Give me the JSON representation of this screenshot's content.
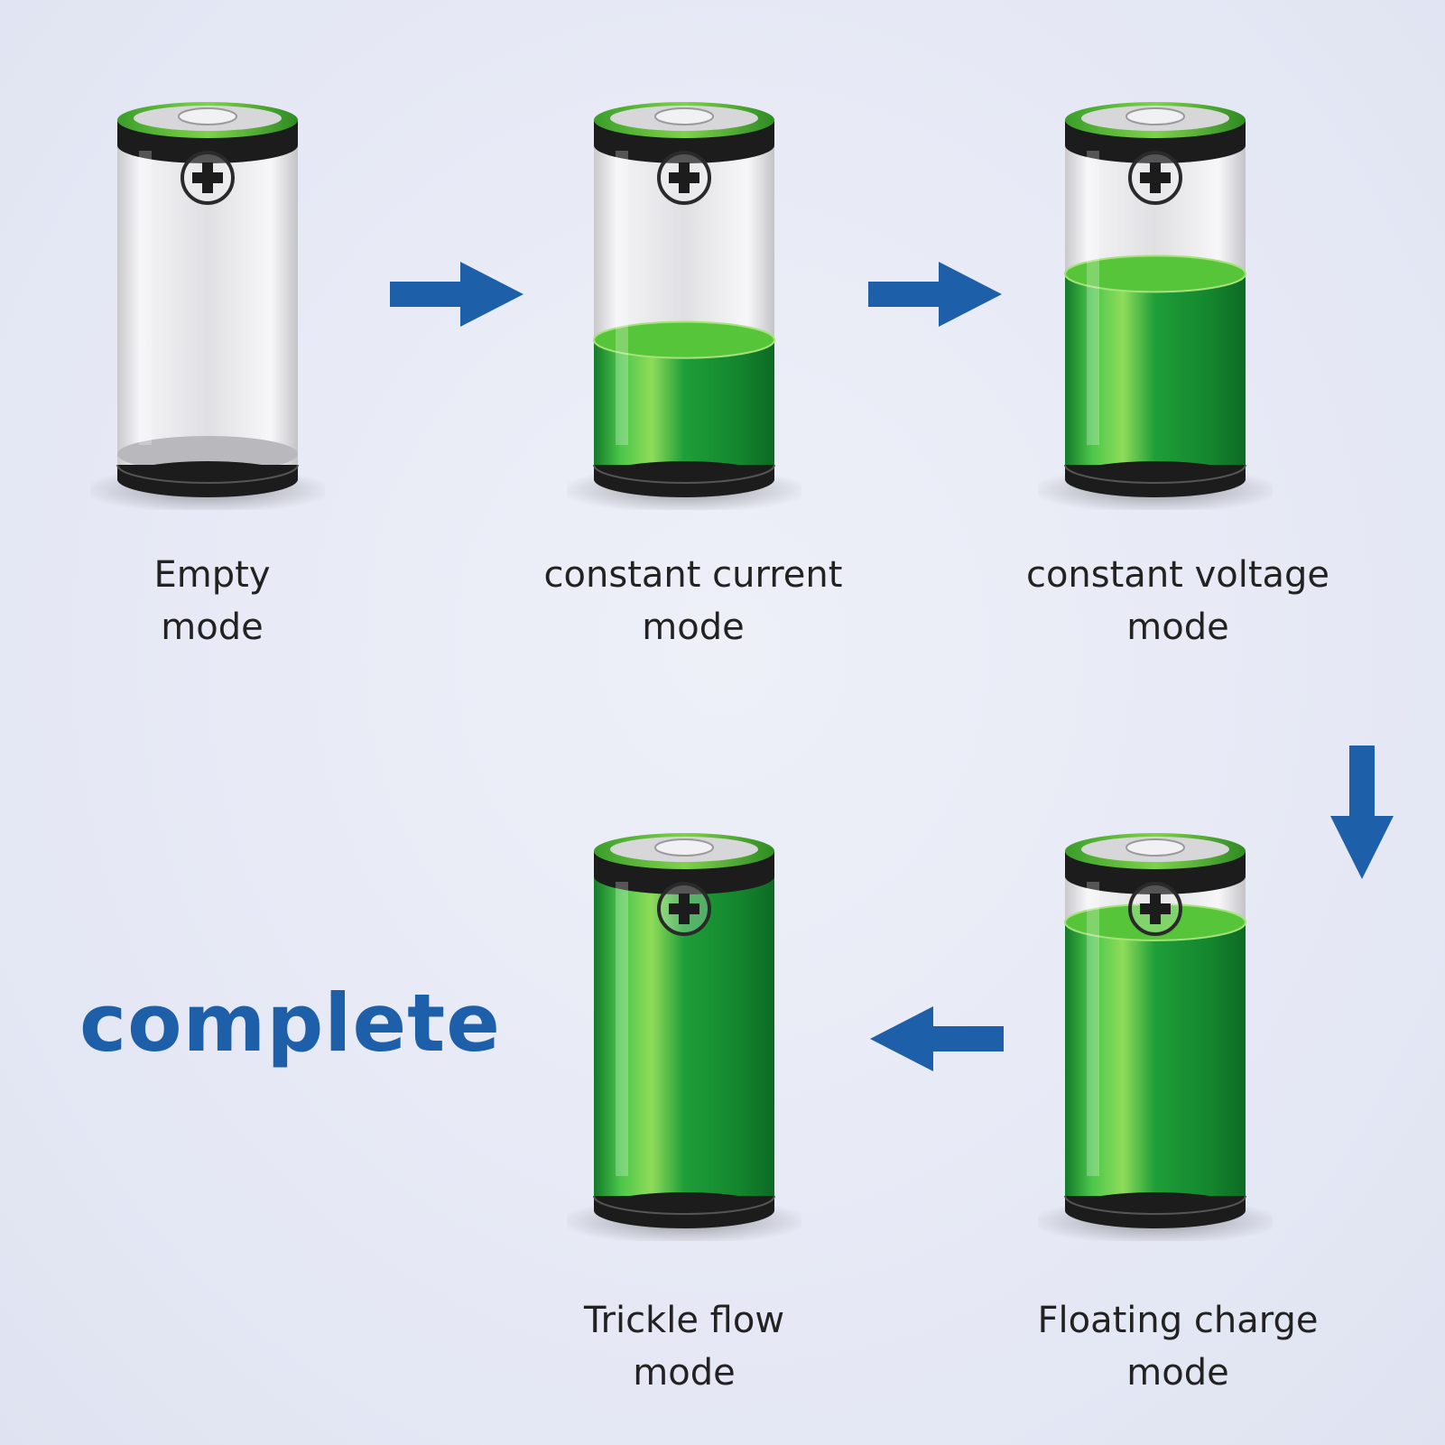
{
  "colors": {
    "background": "#e6e9f5",
    "arrow": "#1d5fa8",
    "liquid": "#1e9e38",
    "text": "#222222",
    "complete_text": "#1d5fa8"
  },
  "stages": [
    {
      "id": "empty",
      "label": "Empty\nmode",
      "fill_level": 0.0
    },
    {
      "id": "constant-current",
      "label": "constant current\nmode",
      "fill_level": 0.4
    },
    {
      "id": "constant-voltage",
      "label": "constant voltage\nmode",
      "fill_level": 0.6
    },
    {
      "id": "floating-charge",
      "label": "Floating charge\nmode",
      "fill_level": 0.85
    },
    {
      "id": "trickle-flow",
      "label": "Trickle flow\nmode",
      "fill_level": 1.0
    }
  ],
  "flow": [
    "right-arrow",
    "right-arrow",
    "down-arrow",
    "left-arrow"
  ],
  "result": {
    "label": "complete"
  },
  "icons": {
    "terminal": "plus-icon"
  }
}
